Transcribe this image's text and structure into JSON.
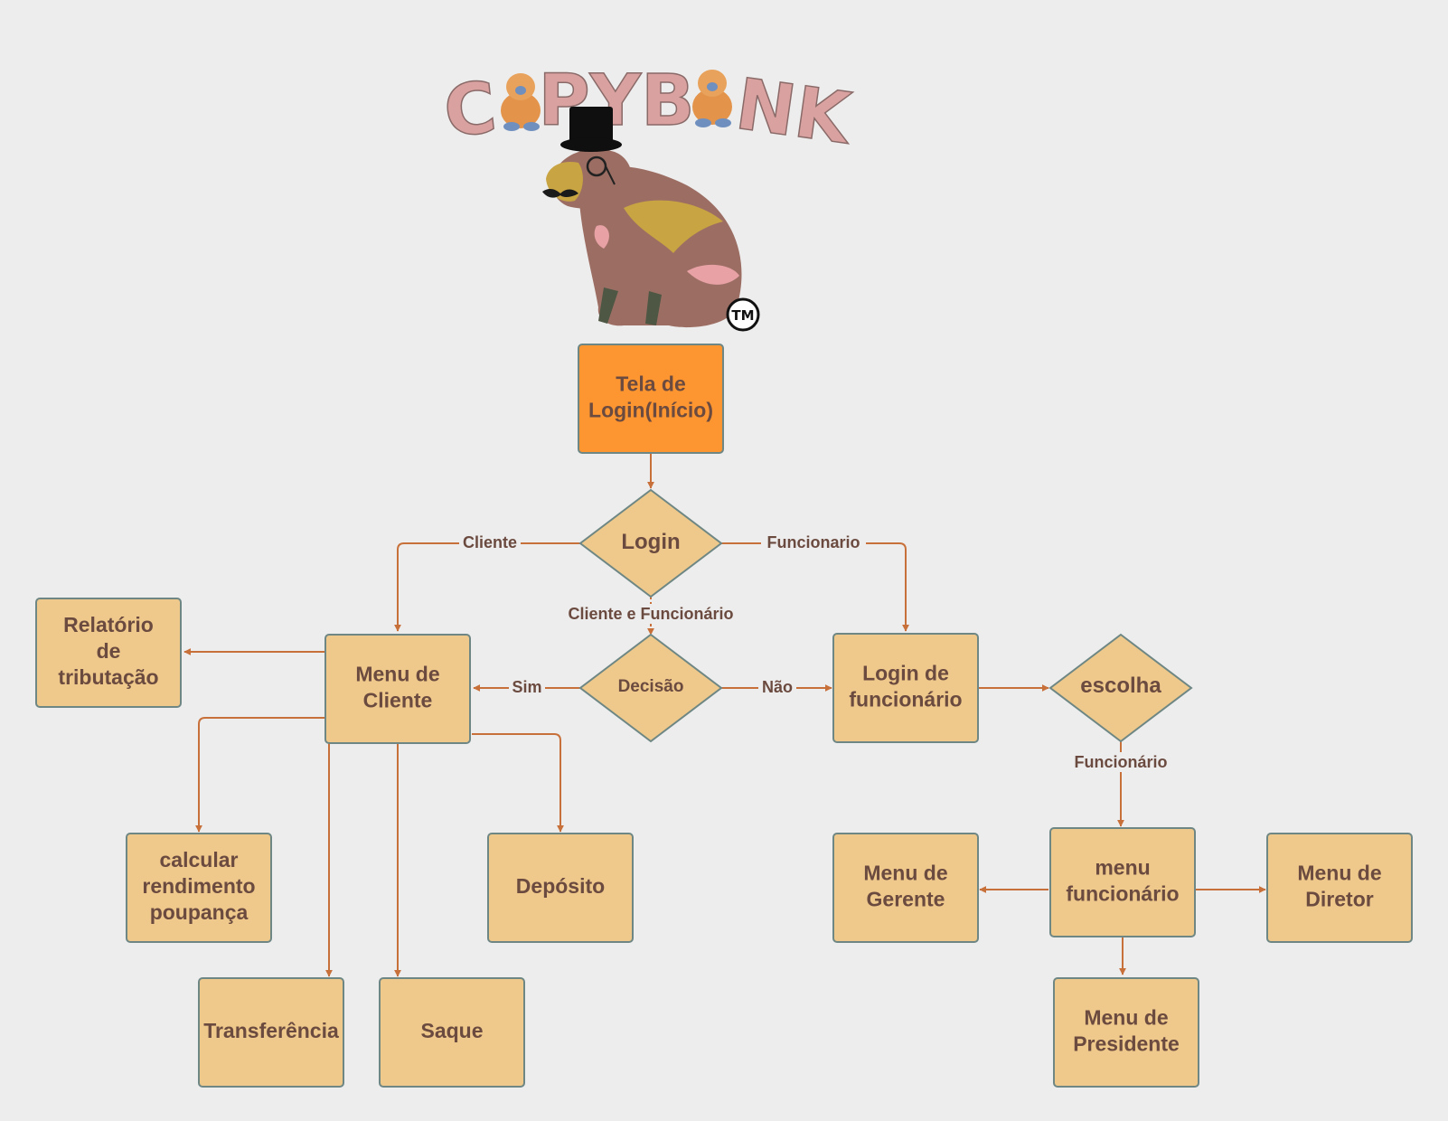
{
  "logo": {
    "letters": [
      "C",
      "PYB",
      "NK"
    ],
    "trademark": "TM",
    "alt": "capybara-mascot"
  },
  "colors": {
    "background": "#ededed",
    "node_fill": "#efc98b",
    "node_stroke": "#6e8784",
    "start_fill": "#fd9530",
    "edge": "#c8703a",
    "text": "#6b4a3f"
  },
  "nodes": {
    "start": "Tela de\nLogin(Início)",
    "login": "Login",
    "decisao": "Decisão",
    "menu_cliente": "Menu de\nCliente",
    "relatorio": "Relatório\nde\ntributação",
    "login_func": "Login de\nfuncionário",
    "escolha": "escolha",
    "calcular": "calcular\nrendimento\npoupança",
    "deposito": "Depósito",
    "transferencia": "Transferência",
    "saque": "Saque",
    "menu_func": "menu\nfuncionário",
    "menu_gerente": "Menu de\nGerente",
    "menu_diretor": "Menu de\nDiretor",
    "menu_presidente": "Menu de\nPresidente"
  },
  "edge_labels": {
    "cliente": "Cliente",
    "funcionario": "Funcionario",
    "cliente_e_funcionario": "Cliente e Funcionário",
    "sim": "Sim",
    "nao": "Não",
    "funcionario_acc": "Funcionário"
  }
}
